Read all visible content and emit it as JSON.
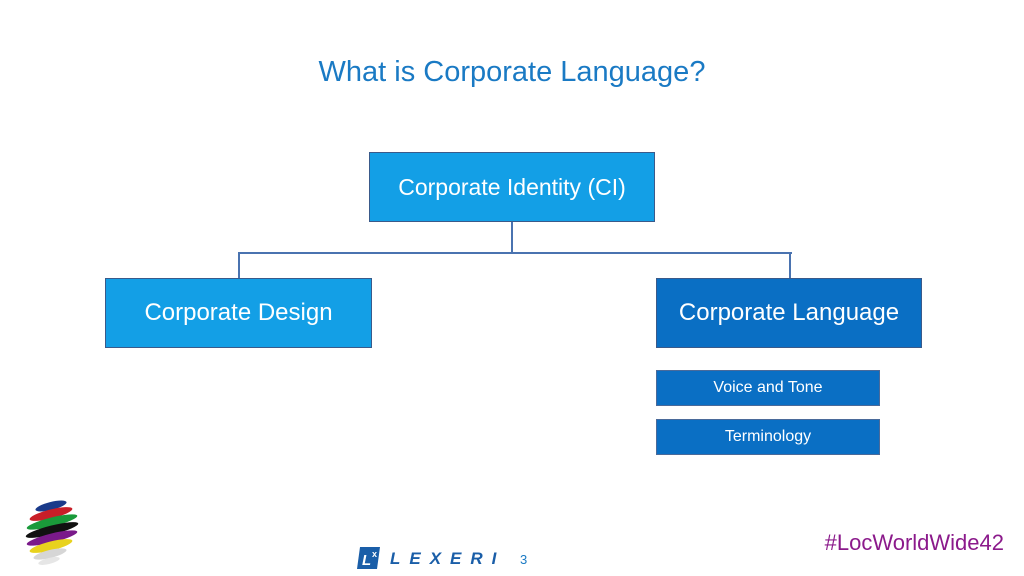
{
  "title": "What is Corporate Language?",
  "diagram": {
    "root": "Corporate Identity (CI)",
    "left_child": "Corporate Design",
    "right_child": "Corporate Language",
    "sub_items": [
      "Voice and Tone",
      "Terminology"
    ]
  },
  "footer": {
    "hashtag": "#LocWorldWide42",
    "page_number": "3",
    "brand_mark": "L",
    "brand_mark_sup": "x",
    "brand_word": "LEXERI"
  },
  "colors": {
    "title": "#1a7ac4",
    "box_light": "#139fe6",
    "box_dark": "#0a6fc4",
    "connector": "#4a73b0",
    "hashtag": "#8b1a8b"
  },
  "icons": [
    "striped-globe-logo",
    "lexeri-logo"
  ]
}
